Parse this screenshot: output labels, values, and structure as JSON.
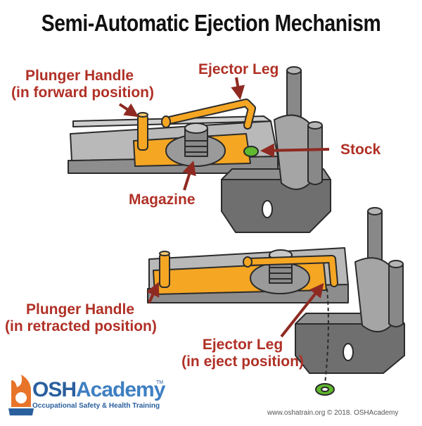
{
  "title": "Semi-Automatic Ejection Mechanism",
  "labels": {
    "plunger_forward": {
      "line1": "Plunger Handle",
      "line2": "(in forward position)"
    },
    "ejector_leg_top": "Ejector Leg",
    "stock": "Stock",
    "magazine": "Magazine",
    "plunger_retracted": {
      "line1": "Plunger Handle",
      "line2": "(in retracted position)"
    },
    "ejector_leg_eject": {
      "line1": "Ejector Leg",
      "line2": "(in eject position)"
    }
  },
  "branding": {
    "logo_osha": "OSH",
    "logo_academy": "Academy",
    "trademark": "TM",
    "tagline": "Occupational Safety & Health Training",
    "credit": "www.oshatrain.org © 2018. OSHAcademy"
  },
  "colors": {
    "title": "#111111",
    "label": "#b03026",
    "orange": "#f5a623",
    "orange_dark": "#c98210",
    "gray_light": "#c8c8c8",
    "gray_mid": "#9a9a9a",
    "gray_dark": "#6e6e6e",
    "green": "#5fb82e",
    "brand_blue": "#2a5f9e",
    "flame": "#e8742a"
  }
}
